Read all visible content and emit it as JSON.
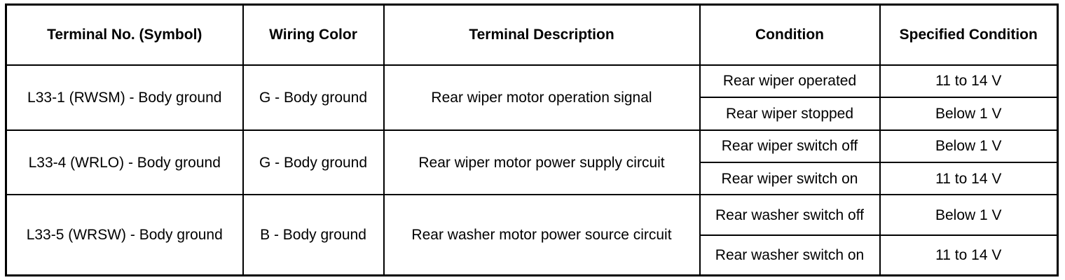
{
  "table": {
    "headers": {
      "terminal": "Terminal No. (Symbol)",
      "wiring": "Wiring Color",
      "description": "Terminal Description",
      "condition": "Condition",
      "specified": "Specified Condition"
    },
    "groups": [
      {
        "terminal": "L33-1 (RWSM) - Body ground",
        "wiring": "G - Body ground",
        "description": "Rear wiper motor operation signal",
        "rows": [
          {
            "condition": "Rear wiper operated",
            "specified": "11 to 14 V"
          },
          {
            "condition": "Rear wiper stopped",
            "specified": "Below 1 V"
          }
        ]
      },
      {
        "terminal": "L33-4 (WRLO) - Body ground",
        "wiring": "G - Body ground",
        "description": "Rear wiper motor power supply circuit",
        "rows": [
          {
            "condition": "Rear wiper switch off",
            "specified": "Below 1 V"
          },
          {
            "condition": "Rear wiper switch on",
            "specified": "11 to 14 V"
          }
        ]
      },
      {
        "terminal": "L33-5 (WRSW) - Body ground",
        "wiring": "B - Body ground",
        "description": "Rear washer motor power source circuit",
        "rows": [
          {
            "condition": "Rear washer switch off",
            "specified": "Below 1 V"
          },
          {
            "condition": "Rear washer switch on",
            "specified": "11 to 14 V"
          }
        ]
      }
    ]
  }
}
